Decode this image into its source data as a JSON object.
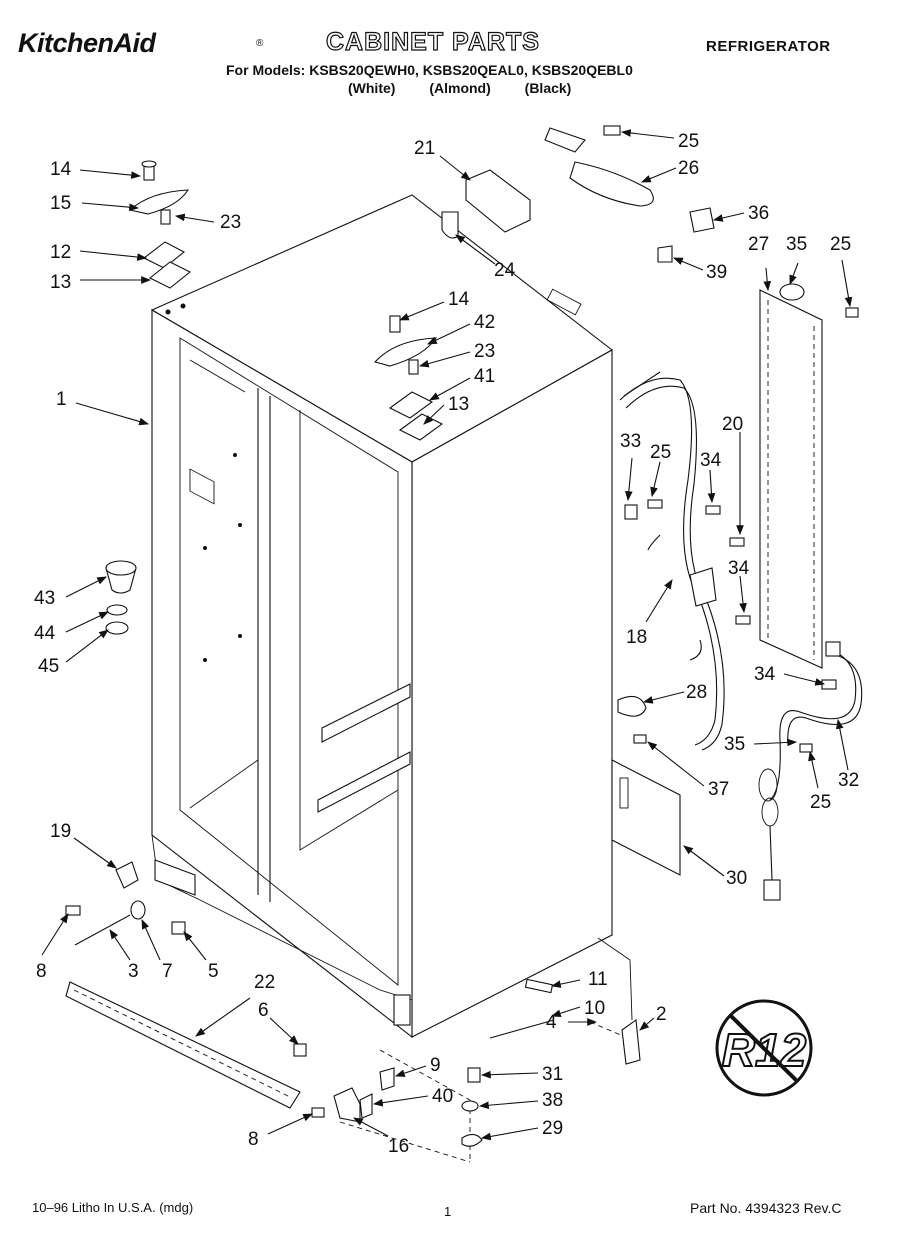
{
  "header": {
    "brand": "KitchenAid",
    "brand_mark": "®",
    "title": "CABINET PARTS",
    "category": "REFRIGERATOR",
    "models_line": "For Models: KSBS20QEWH0, KSBS20QEAL0, KSBS20QEBL0",
    "variants": [
      "(White)",
      "(Almond)",
      "(Black)"
    ]
  },
  "footer": {
    "left": "10–96 Litho In U.S.A. (mdg)",
    "page": "1",
    "right": "Part No. 4394323 Rev.C"
  },
  "badge": {
    "text": "R12",
    "meaning": "no-R12"
  },
  "callouts": [
    {
      "id": "c14a",
      "label": "14"
    },
    {
      "id": "c15",
      "label": "15"
    },
    {
      "id": "c23a",
      "label": "23"
    },
    {
      "id": "c12",
      "label": "12"
    },
    {
      "id": "c13a",
      "label": "13"
    },
    {
      "id": "c21",
      "label": "21"
    },
    {
      "id": "c24",
      "label": "24"
    },
    {
      "id": "c25a",
      "label": "25"
    },
    {
      "id": "c26",
      "label": "26"
    },
    {
      "id": "c36",
      "label": "36"
    },
    {
      "id": "c27",
      "label": "27"
    },
    {
      "id": "c35a",
      "label": "35"
    },
    {
      "id": "c25b",
      "label": "25"
    },
    {
      "id": "c39",
      "label": "39"
    },
    {
      "id": "c14b",
      "label": "14"
    },
    {
      "id": "c42",
      "label": "42"
    },
    {
      "id": "c23b",
      "label": "23"
    },
    {
      "id": "c41",
      "label": "41"
    },
    {
      "id": "c13b",
      "label": "13"
    },
    {
      "id": "c1",
      "label": "1"
    },
    {
      "id": "c33",
      "label": "33"
    },
    {
      "id": "c25c",
      "label": "25"
    },
    {
      "id": "c34a",
      "label": "34"
    },
    {
      "id": "c20",
      "label": "20"
    },
    {
      "id": "c34b",
      "label": "34"
    },
    {
      "id": "c43",
      "label": "43"
    },
    {
      "id": "c44",
      "label": "44"
    },
    {
      "id": "c45",
      "label": "45"
    },
    {
      "id": "c18",
      "label": "18"
    },
    {
      "id": "c28",
      "label": "28"
    },
    {
      "id": "c34c",
      "label": "34"
    },
    {
      "id": "c35b",
      "label": "35"
    },
    {
      "id": "c32",
      "label": "32"
    },
    {
      "id": "c25d",
      "label": "25"
    },
    {
      "id": "c37",
      "label": "37"
    },
    {
      "id": "c19",
      "label": "19"
    },
    {
      "id": "c30",
      "label": "30"
    },
    {
      "id": "c8a",
      "label": "8"
    },
    {
      "id": "c3",
      "label": "3"
    },
    {
      "id": "c7",
      "label": "7"
    },
    {
      "id": "c5",
      "label": "5"
    },
    {
      "id": "c22",
      "label": "22"
    },
    {
      "id": "c6",
      "label": "6"
    },
    {
      "id": "c11",
      "label": "11"
    },
    {
      "id": "c10",
      "label": "10"
    },
    {
      "id": "c4",
      "label": "4"
    },
    {
      "id": "c2",
      "label": "2"
    },
    {
      "id": "c9",
      "label": "9"
    },
    {
      "id": "c31",
      "label": "31"
    },
    {
      "id": "c40",
      "label": "40"
    },
    {
      "id": "c38",
      "label": "38"
    },
    {
      "id": "c29",
      "label": "29"
    },
    {
      "id": "c8b",
      "label": "8"
    },
    {
      "id": "c16",
      "label": "16"
    }
  ]
}
